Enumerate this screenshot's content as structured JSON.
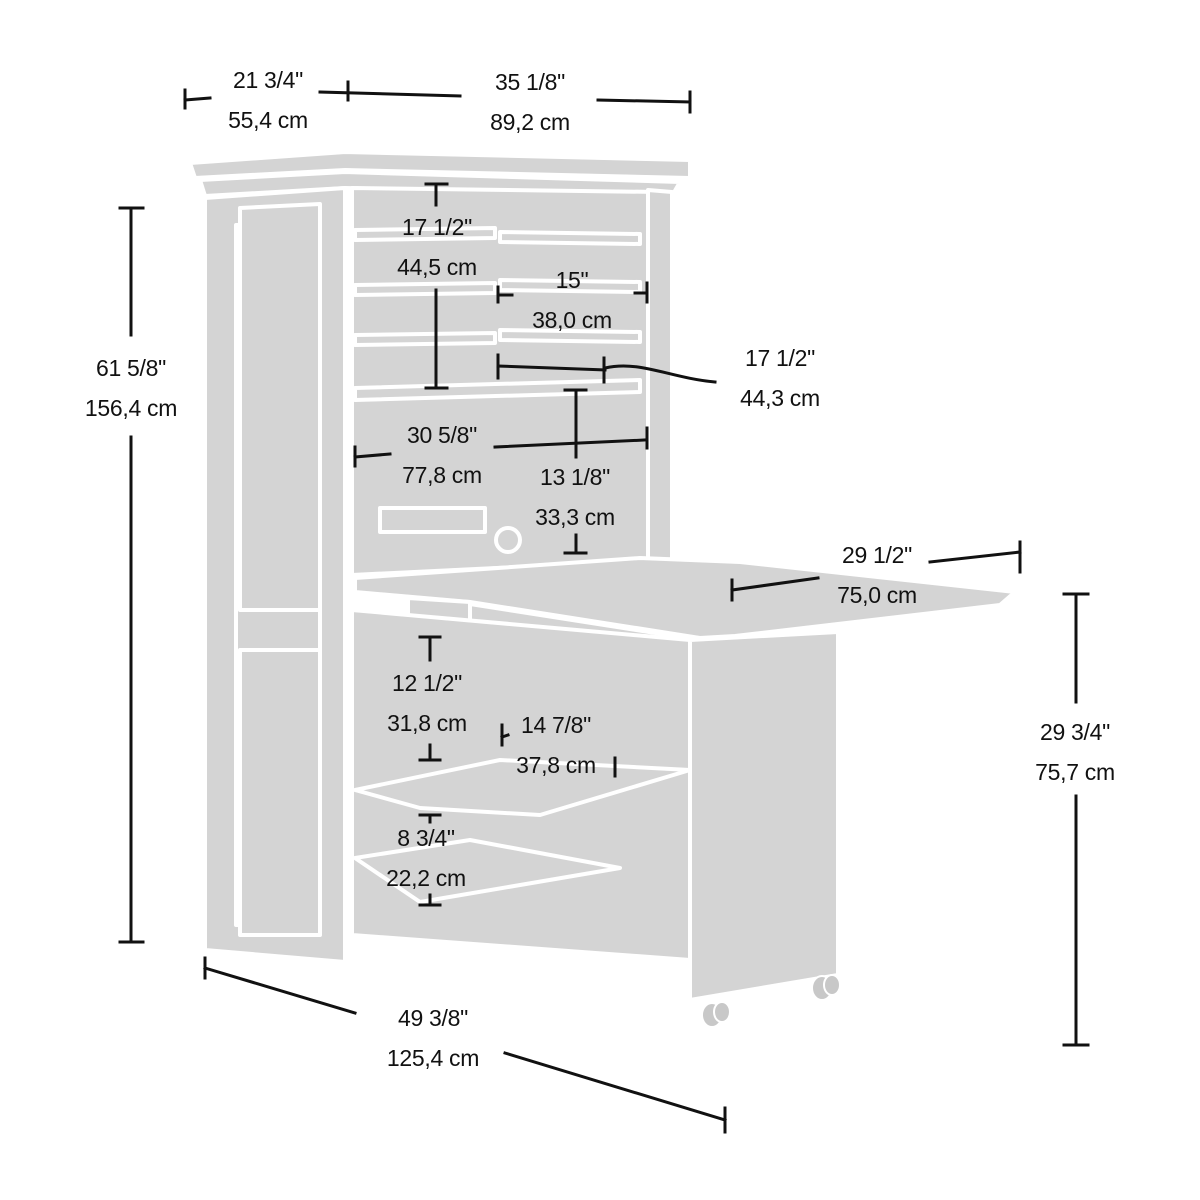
{
  "diagram": {
    "subject": "Craft armoire with fold-out table on casters",
    "colors": {
      "panel_fill": "#d4d4d4",
      "outline": "#ffffff",
      "dimension_line": "#111111",
      "background": "#ffffff"
    },
    "dimensions": {
      "depth": {
        "imperial": "21 3/4\"",
        "metric": "55,4 cm"
      },
      "width": {
        "imperial": "35 1/8\"",
        "metric": "89,2 cm"
      },
      "overall_height": {
        "imperial": "61 5/8\"",
        "metric": "156,4 cm"
      },
      "upper_left_height": {
        "imperial": "17 1/2\"",
        "metric": "44,5 cm"
      },
      "upper_right_width": {
        "imperial": "15\"",
        "metric": "38,0 cm"
      },
      "upper_right_depth": {
        "imperial": "17 1/2\"",
        "metric": "44,3 cm"
      },
      "hutch_width": {
        "imperial": "30 5/8\"",
        "metric": "77,8 cm"
      },
      "hutch_height": {
        "imperial": "13 1/8\"",
        "metric": "33,3 cm"
      },
      "table_extension": {
        "imperial": "29 1/2\"",
        "metric": "75,0 cm"
      },
      "table_height": {
        "imperial": "29 3/4\"",
        "metric": "75,7 cm"
      },
      "lower_shelf_gap": {
        "imperial": "12 1/2\"",
        "metric": "31,8 cm"
      },
      "lower_shelf_depth": {
        "imperial": "14 7/8\"",
        "metric": "37,8 cm"
      },
      "bottom_shelf_gap": {
        "imperial": "8 3/4\"",
        "metric": "22,2 cm"
      },
      "overall_length": {
        "imperial": "49 3/8\"",
        "metric": "125,4 cm"
      }
    }
  }
}
